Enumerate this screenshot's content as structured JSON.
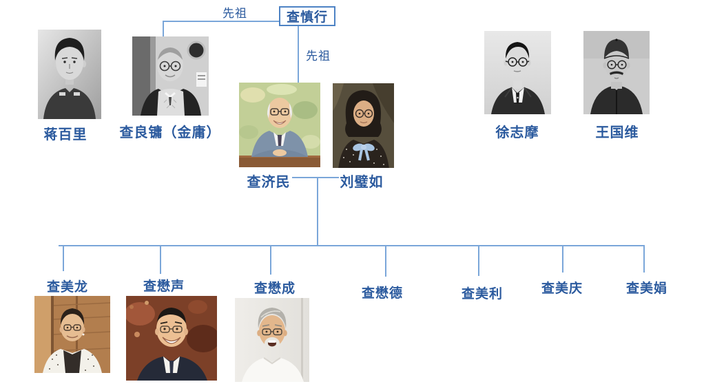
{
  "tree": {
    "ancestor": {
      "name": "查慎行"
    },
    "relation_labels": {
      "top": "先祖",
      "middle": "先祖"
    },
    "ancestors_row": [
      {
        "id": "jiang-baili",
        "name": "蒋百里"
      },
      {
        "id": "zha-liangyong",
        "name": "查良镛（金庸）"
      },
      {
        "id": "xu-zhimo",
        "name": "徐志摩"
      },
      {
        "id": "wang-guowei",
        "name": "王国维"
      }
    ],
    "couple": [
      {
        "id": "zha-jimin",
        "name": "查济民"
      },
      {
        "id": "liu-biru",
        "name": "刘璧如"
      }
    ],
    "children": [
      {
        "name": "查美龙"
      },
      {
        "name": "查懋声"
      },
      {
        "name": "查懋成"
      },
      {
        "name": "查懋德"
      },
      {
        "name": "查美利"
      },
      {
        "name": "查美庆"
      },
      {
        "name": "查美娟"
      }
    ],
    "colors": {
      "line": "#7aa6d9",
      "text": "#2b5a9e",
      "box_border": "#4d82c4",
      "background": "#ffffff"
    }
  }
}
